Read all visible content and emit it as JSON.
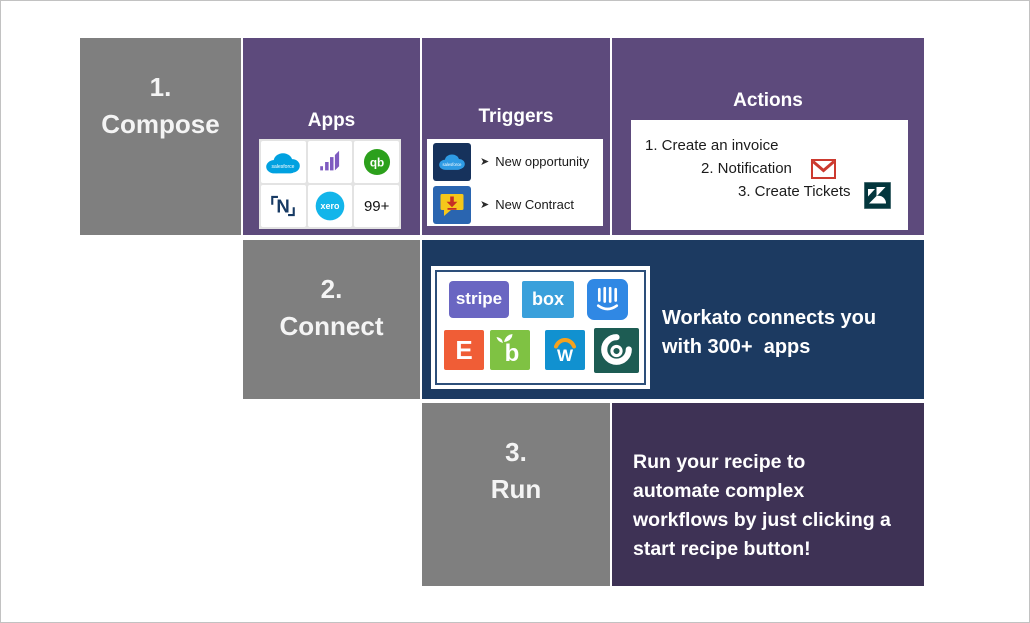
{
  "colors": {
    "purple_cell": "#5d4a7c",
    "gray_box": "#7f7f7f",
    "navy_panel": "#1c3a61",
    "dark_purple_panel": "#3e3255",
    "card_bg": "#ffffff"
  },
  "steps": {
    "compose": {
      "num": "1.",
      "label": "Compose"
    },
    "connect": {
      "num": "2.",
      "label": "Connect"
    },
    "run": {
      "num": "3.",
      "label": "Run"
    }
  },
  "brand_text": {
    "salesforce": "salesforce",
    "quickbooks": "qb",
    "netsuite": "N",
    "xero": "xero",
    "overflow": "99+",
    "stripe": "stripe",
    "box": "box",
    "eventbrite": "E",
    "bamboohr": "b",
    "workday": "W"
  },
  "apps_panel": {
    "heading": "Apps"
  },
  "triggers_panel": {
    "heading": "Triggers",
    "items": [
      {
        "bullet": "➤",
        "label": "New opportunity",
        "icon": "salesforce"
      },
      {
        "bullet": "➤",
        "label": "New Contract",
        "icon": "contract-download"
      }
    ]
  },
  "actions_panel": {
    "heading": "Actions",
    "items": [
      {
        "label": "1. Create an invoice"
      },
      {
        "label": "2. Notification",
        "icon": "gmail"
      },
      {
        "label": "3. Create Tickets",
        "icon": "zendesk"
      }
    ]
  },
  "connect_panel": {
    "line1": "Workato connects you",
    "line2": "with 300+  apps"
  },
  "run_panel": {
    "lines": [
      "Run your recipe to",
      "automate complex",
      "workflows by just clicking a",
      "start recipe button!"
    ]
  }
}
